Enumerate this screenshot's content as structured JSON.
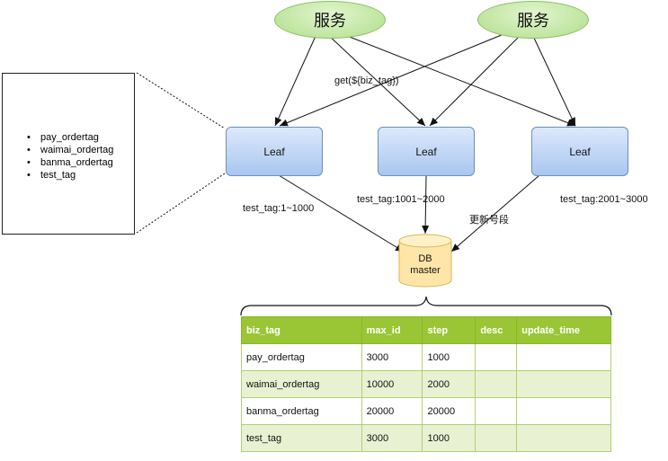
{
  "services": [
    {
      "label": "服务"
    },
    {
      "label": "服务"
    }
  ],
  "call_label": "get(${biz_tag})",
  "leaves": [
    {
      "label": "Leaf",
      "range_label": "test_tag:1~1000"
    },
    {
      "label": "Leaf",
      "range_label": "test_tag:1001~2000"
    },
    {
      "label": "Leaf",
      "range_label": "test_tag:2001~3000"
    }
  ],
  "update_label": "更新号段",
  "db": {
    "line1": "DB",
    "line2": "master"
  },
  "tags": [
    "pay_ordertag",
    "waimai_ordertag",
    "banma_ordertag",
    "test_tag"
  ],
  "table": {
    "headers": [
      "biz_tag",
      "max_id",
      "step",
      "desc",
      "update_time"
    ],
    "rows": [
      [
        "pay_ordertag",
        "3000",
        "1000",
        "",
        ""
      ],
      [
        "waimai_ordertag",
        "10000",
        "2000",
        "",
        ""
      ],
      [
        "banma_ordertag",
        "20000",
        "20000",
        "",
        ""
      ],
      [
        "test_tag",
        "3000",
        "1000",
        "",
        ""
      ]
    ]
  },
  "colors": {
    "service_fill": "#c4e7a6",
    "leaf_fill": "#a9c6ef",
    "db_fill": "#ffe6a8",
    "table_header": "#9ac636",
    "table_alt_row": "#e8f2d3"
  }
}
